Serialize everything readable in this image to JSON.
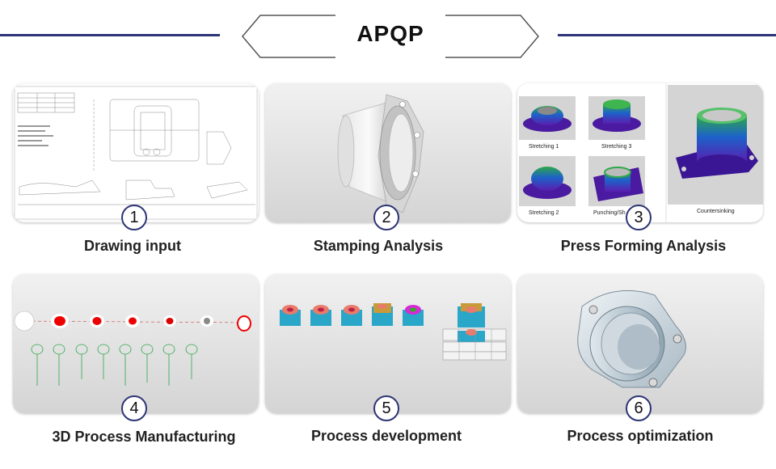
{
  "header": {
    "title": "APQP"
  },
  "steps": [
    {
      "number": "1",
      "label": "Drawing input"
    },
    {
      "number": "2",
      "label": "Stamping Analysis"
    },
    {
      "number": "3",
      "label": "Press Forming Analysis",
      "image_labels": [
        "Stretching 1",
        "Stretching 3",
        "Stretching 2",
        "Punching/Sh",
        "Countersinking"
      ]
    },
    {
      "number": "4",
      "label": "3D Process Manufacturing"
    },
    {
      "number": "5",
      "label": "Process development"
    },
    {
      "number": "6",
      "label": "Process optimization"
    }
  ],
  "colors": {
    "accent": "#2d3575"
  }
}
